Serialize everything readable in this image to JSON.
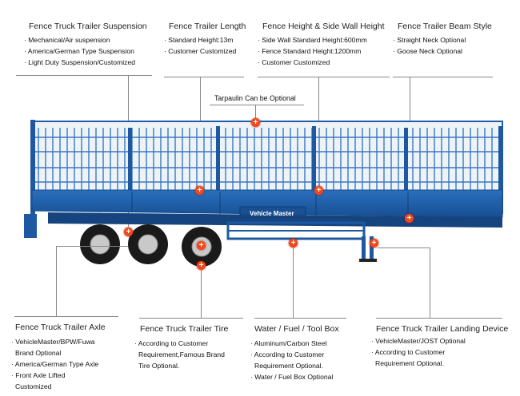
{
  "sections": {
    "suspension": {
      "title": "Fence Truck Trailer Suspension",
      "items": [
        "· Mechanical/Air suspension",
        "· America/German Type Suspension",
        "· Light Duty Suspension/Customized"
      ]
    },
    "length": {
      "title": "Fence Trailer Length",
      "items": [
        "· Standard Height:13m",
        "· Customer Customized"
      ]
    },
    "height": {
      "title": "Fence Height & Side Wall Height",
      "items": [
        "· Side Wall Standard Height:600mm",
        "· Fence Standard Height:1200mm",
        "· Customer Customized"
      ]
    },
    "beam": {
      "title": "Fence Trailer Beam Style",
      "items": [
        "· Straight Neck Optional",
        "· Goose Neck Optional"
      ]
    },
    "axle": {
      "title": "Fence Truck Trailer Axle",
      "items": [
        "· VehicleMaster/BPW/Fuwa",
        "Brand Optional",
        "· America/German Type Axle",
        "· Front Axle Lifted",
        "Customized"
      ]
    },
    "tire": {
      "title": "Fence Truck Trailer Tire",
      "items": [
        "· According to Customer",
        "Requirement,Famous Brand",
        "Tire Optional."
      ]
    },
    "box": {
      "title": "Water / Fuel / Tool Box",
      "items": [
        "· Aluminum/Carbon Steel",
        "· According to Customer",
        "Requirement Optional.",
        "· Water / Fuel Box Optional"
      ]
    },
    "landing": {
      "title": "Fence Truck Trailer Landing Device",
      "items": [
        "· VehicleMaster/JOST Optional",
        "· According to Customer",
        "Requirement Optional."
      ]
    }
  },
  "tarpaulin_label": "Tarpaulin Can be Optional",
  "brand_label": "Vehicle Master",
  "plus_glyph": "+",
  "colors": {
    "trailer_blue": "#1f5fa8",
    "marker": "#f04a1a"
  }
}
